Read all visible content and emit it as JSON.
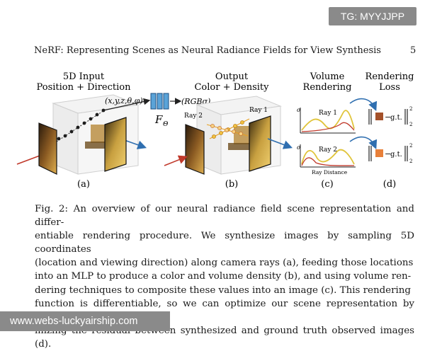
{
  "watermark": {
    "badge": "TG: MYYJJPP",
    "url": "www.webs-luckyairship.com"
  },
  "header": {
    "running_title": "NeRF: Representing Scenes as Neural Radiance Fields for View Synthesis",
    "page_number": "5"
  },
  "figure": {
    "panel_a": {
      "title_line1": "5D Input",
      "title_line2": "Position + Direction",
      "sublabel": "(a)"
    },
    "mlp": {
      "input": "(x,y,z,θ,φ)",
      "output": "(RGBσ)",
      "symbol": "F",
      "subscript": "Θ"
    },
    "panel_b": {
      "title_line1": "Output",
      "title_line2": "Color + Density",
      "sublabel": "(b)",
      "ray1": "Ray 1",
      "ray2": "Ray 2"
    },
    "panel_c": {
      "title_line1": "Volume",
      "title_line2": "Rendering",
      "sublabel": "(c)",
      "ray1": "Ray 1",
      "ray2": "Ray 2",
      "axis_sigma": "σ",
      "axis_distance": "Ray Distance"
    },
    "panel_d": {
      "title_line1": "Rendering",
      "title_line2": "Loss",
      "sublabel": "(d)",
      "gt": "g.t.",
      "norm_sup": "2",
      "norm_sub": "2"
    }
  },
  "caption_lines": [
    "Fig. 2: An overview of our neural radiance field scene representation and differ-",
    "entiable rendering procedure. We synthesize images by sampling 5D coordinates",
    "(location and viewing direction) along camera rays (a), feeding those locations",
    "into an MLP to produce a color and volume density (b), and using volume ren-",
    "dering techniques to composite these values into an image (c). This rendering",
    "function is differentiable, so we can optimize our scene representation by mini-",
    "mizing the residual between synthesized and ground truth observed images (d)."
  ],
  "colors": {
    "ray_red": "#c0392b",
    "ray_blue": "#2f6fb0",
    "mlp_blue": "#5aa3d8",
    "curve_yellow": "#e0c43a",
    "curve_red": "#c0392b",
    "swatch_brown": "#a4512a",
    "swatch_orange": "#e8803a"
  }
}
